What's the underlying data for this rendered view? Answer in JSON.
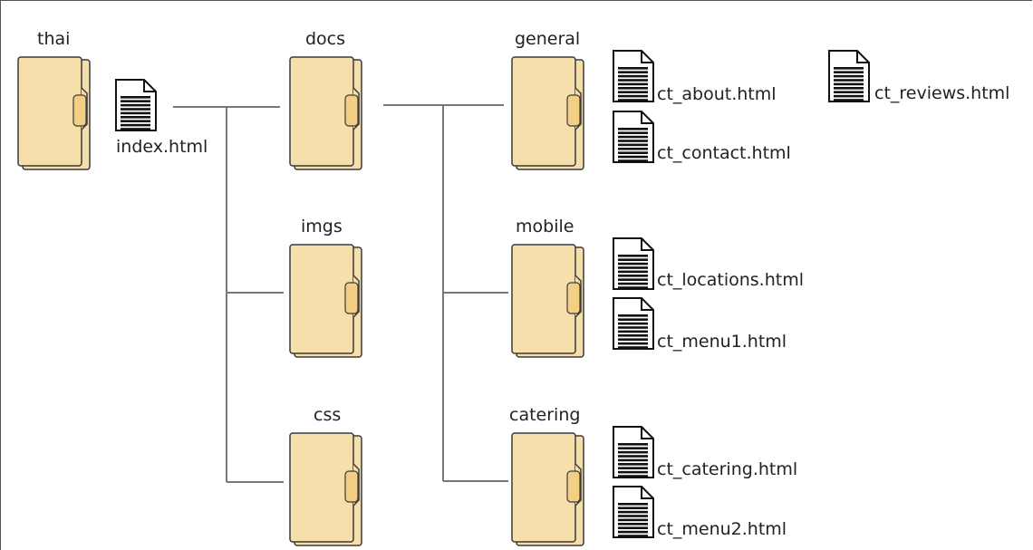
{
  "colors": {
    "folder_fill": "#f7dfab",
    "folder_stroke": "#3a3a3a",
    "line": "#777777"
  },
  "folders": {
    "thai": "thai",
    "docs": "docs",
    "imgs": "imgs",
    "css": "css",
    "general": "general",
    "mobile": "mobile",
    "catering": "catering"
  },
  "files": {
    "index": "index.html",
    "about": "ct_about.html",
    "reviews": "ct_reviews.html",
    "contact": "ct_contact.html",
    "locations": "ct_locations.html",
    "menu1": "ct_menu1.html",
    "catering": "ct_catering.html",
    "menu2": "ct_menu2.html"
  }
}
